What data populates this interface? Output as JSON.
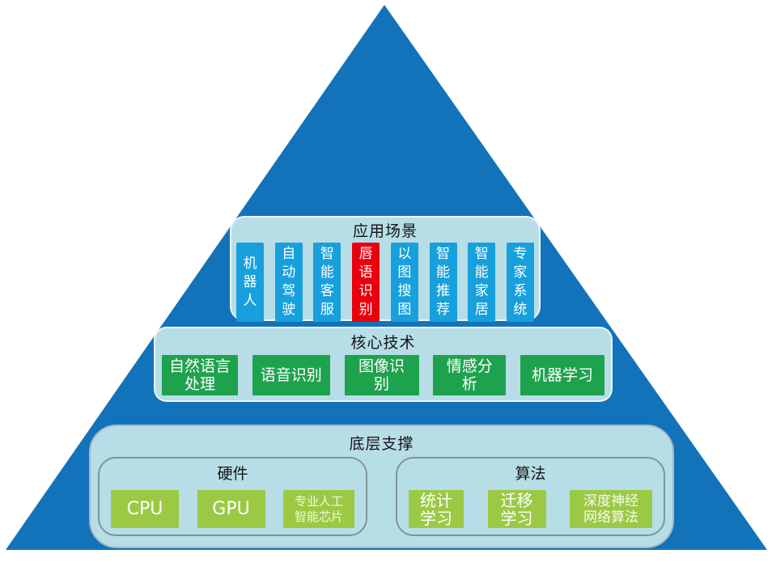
{
  "colors": {
    "pyramid": "#1273ba",
    "panel": "#b7dde7",
    "app_box": "#17a0dc",
    "app_box_highlight": "#e8000d",
    "core_box": "#1fa24e",
    "support_box": "#9cc944"
  },
  "apps": {
    "title": "应用场景",
    "items": [
      {
        "label": "机器人",
        "bg": "#17a0dc"
      },
      {
        "label": "自动驾驶",
        "bg": "#17a0dc"
      },
      {
        "label": "智能客服",
        "bg": "#17a0dc"
      },
      {
        "label": "唇语识别",
        "bg": "#e8000d"
      },
      {
        "label": "以图搜图",
        "bg": "#17a0dc"
      },
      {
        "label": "智能推荐",
        "bg": "#17a0dc"
      },
      {
        "label": "智能家居",
        "bg": "#17a0dc"
      },
      {
        "label": "专家系统",
        "bg": "#17a0dc"
      }
    ]
  },
  "core": {
    "title": "核心技术",
    "items": [
      "自然语言\n处理",
      "语音识别",
      "图像识\n别",
      "情感分\n析",
      "机器学习"
    ]
  },
  "foundation": {
    "title": "底层支撑",
    "hardware": {
      "title": "硬件",
      "items": [
        "CPU",
        "GPU",
        "专业人工\n智能芯片"
      ]
    },
    "algorithms": {
      "title": "算法",
      "items": [
        "统计\n学习",
        "迁移\n学习",
        "深度神经\n网络算法"
      ]
    }
  }
}
